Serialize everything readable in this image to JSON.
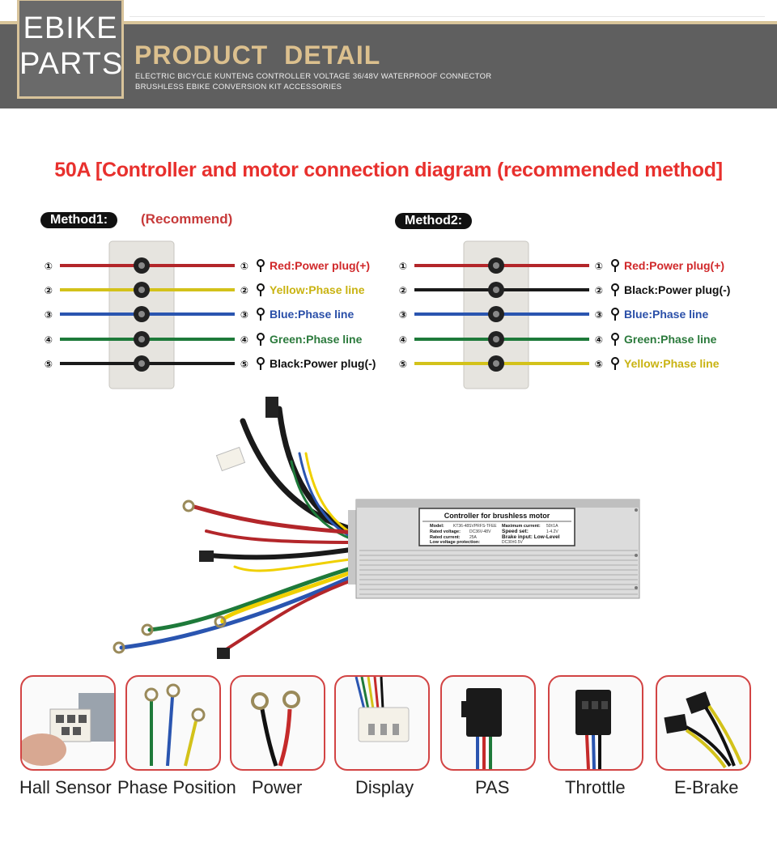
{
  "header": {
    "logo_line1": "EBIKE",
    "logo_line2": "PARTS",
    "title": "PRODUCT DETAIL",
    "subtitle_line1": "ELECTRIC BICYCLE KUNTENG CONTROLLER VOLTAGE 36/48V WATERPROOF CONNECTOR",
    "subtitle_line2": "BRUSHLESS EBIKE CONVERSION KIT ACCESSORIES"
  },
  "main_title": "50A [Controller and motor connection diagram (recommended method]",
  "method1": {
    "pill": "Method1:",
    "note": "(Recommend)",
    "rows": [
      {
        "num": "①",
        "label": "Red:Power plug(+)",
        "color": "#d0282a",
        "wire": "#b3262a"
      },
      {
        "num": "②",
        "label": "Yellow:Phase line",
        "color": "#c9b312",
        "wire": "#d3c21a"
      },
      {
        "num": "③",
        "label": "Blue:Phase line",
        "color": "#2a4fa8",
        "wire": "#2a55b0"
      },
      {
        "num": "④",
        "label": "Green:Phase line",
        "color": "#2b7a3c",
        "wire": "#1e7a3a"
      },
      {
        "num": "⑤",
        "label": "Black:Power plug(-)",
        "color": "#111111",
        "wire": "#1a1a1a"
      }
    ]
  },
  "method2": {
    "pill": "Method2:",
    "rows": [
      {
        "num": "①",
        "label": "Red:Power plug(+)",
        "color": "#d0282a",
        "wire": "#b3262a"
      },
      {
        "num": "②",
        "label": "Black:Power plug(-)",
        "color": "#111111",
        "wire": "#1a1a1a"
      },
      {
        "num": "③",
        "label": "Blue:Phase line",
        "color": "#2a4fa8",
        "wire": "#2a55b0"
      },
      {
        "num": "④",
        "label": "Green:Phase line",
        "color": "#2b7a3c",
        "wire": "#1e7a3a"
      },
      {
        "num": "⑤",
        "label": "Yellow:Phase line",
        "color": "#c9b312",
        "wire": "#d3c21a"
      }
    ]
  },
  "controller_label": {
    "title": "Controller for brushless motor",
    "model_key": "Model:",
    "model_val": "KT36-48SVPRFS-TFEE",
    "rated_voltage_key": "Rated voltage:",
    "rated_voltage_val": "DC36V-48V",
    "rated_current_key": "Rated current:",
    "rated_current_val": "25A",
    "low_voltage_key": "Low voltage protection:",
    "low_voltage_val": "DC30±0.5V",
    "max_current_key": "Maximum current:",
    "max_current_val": "50±1A",
    "speed_set_key": "Speed set:",
    "speed_set_val": "1-4.2V",
    "brake_input": "Brake input: Low-Level"
  },
  "accessories": [
    {
      "label": "Hall Sensor"
    },
    {
      "label": "Phase Position"
    },
    {
      "label": "Power"
    },
    {
      "label": "Display"
    },
    {
      "label": "PAS"
    },
    {
      "label": "Throttle"
    },
    {
      "label": "E-Brake"
    }
  ]
}
